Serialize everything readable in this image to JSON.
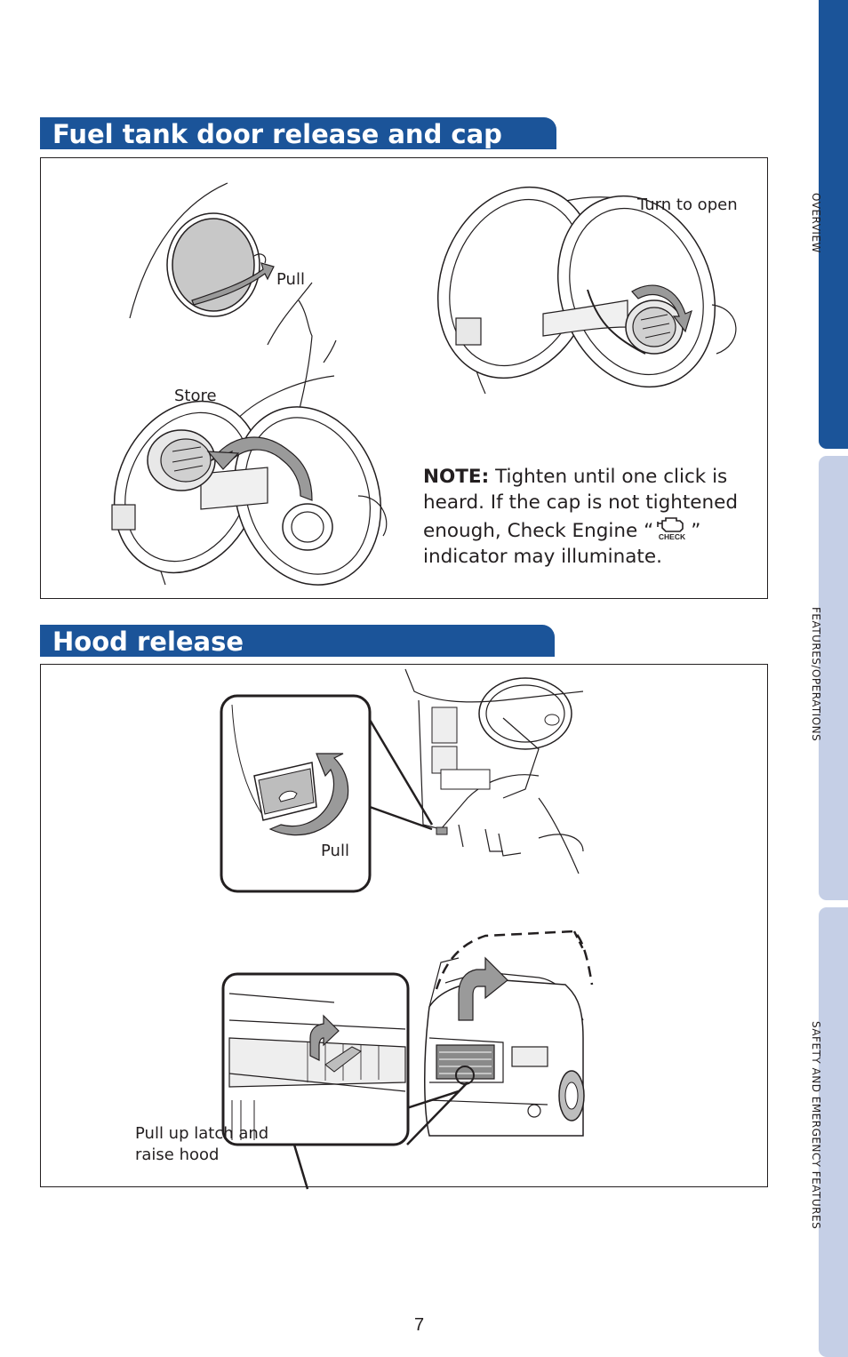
{
  "side_tabs": [
    {
      "label": "OVERVIEW"
    },
    {
      "label": "FEATURES/OPERATIONS"
    },
    {
      "label": "SAFETY AND EMERGENCY FEATURES"
    }
  ],
  "fuel_section": {
    "title": "Fuel tank door release and cap",
    "labels": {
      "pull": "Pull",
      "turn": "Turn to open",
      "store": "Store"
    },
    "note": {
      "prefix": "NOTE:",
      "text1": " Tighten until one click is heard. If the cap is not tightened enough, Check Engine “",
      "text2": "” indicator may illuminate.",
      "icon_label": "CHECK"
    }
  },
  "hood_section": {
    "title": "Hood release",
    "labels": {
      "pull": "Pull",
      "latch": "Pull up latch and\nraise hood"
    }
  },
  "page_number": "7",
  "colors": {
    "brand_blue": "#1b5499",
    "tab_light": "#c5cfe6",
    "arrow_gray": "#9a9a9a"
  }
}
